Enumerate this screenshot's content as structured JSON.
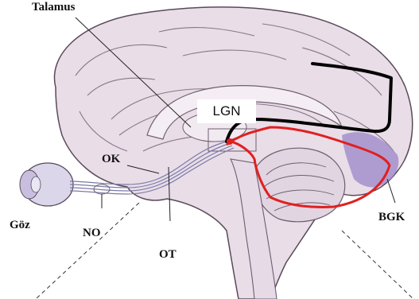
{
  "labels": {
    "talamus": "Talamus",
    "lgn": "LGN",
    "ok": "OK",
    "goz": "Göz",
    "no": "NO",
    "ot": "OT",
    "bgk": "BGK"
  },
  "colors": {
    "brain_fill": "#e9dde8",
    "brain_outline": "#5a4a5a",
    "visual_cortex_highlight": "#9a86c9",
    "pathway_red": "#e02020",
    "pathway_black": "#000000",
    "optic_tract": "#7a7aa6",
    "eye_fill": "#dcd6ea"
  }
}
